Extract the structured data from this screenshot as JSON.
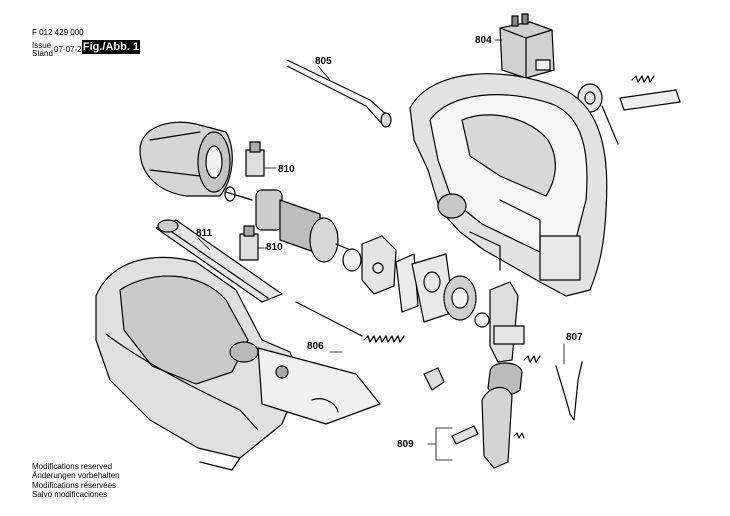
{
  "header": {
    "doc_number": "F 012 429 000",
    "issue_label": "Issue",
    "stand_label": "Stand",
    "date": "07-07-24",
    "figure_tag": "Fig./Abb. 1"
  },
  "callouts": {
    "c804": "804",
    "c805": "805",
    "c810a": "810",
    "c810b": "810",
    "c811": "811",
    "c806": "806",
    "c807": "807",
    "c809": "809"
  },
  "notes": [
    "Modifications reserved",
    "Änderungen vorbehalten",
    "Modifications réservées",
    "Salvo modificaciones"
  ]
}
